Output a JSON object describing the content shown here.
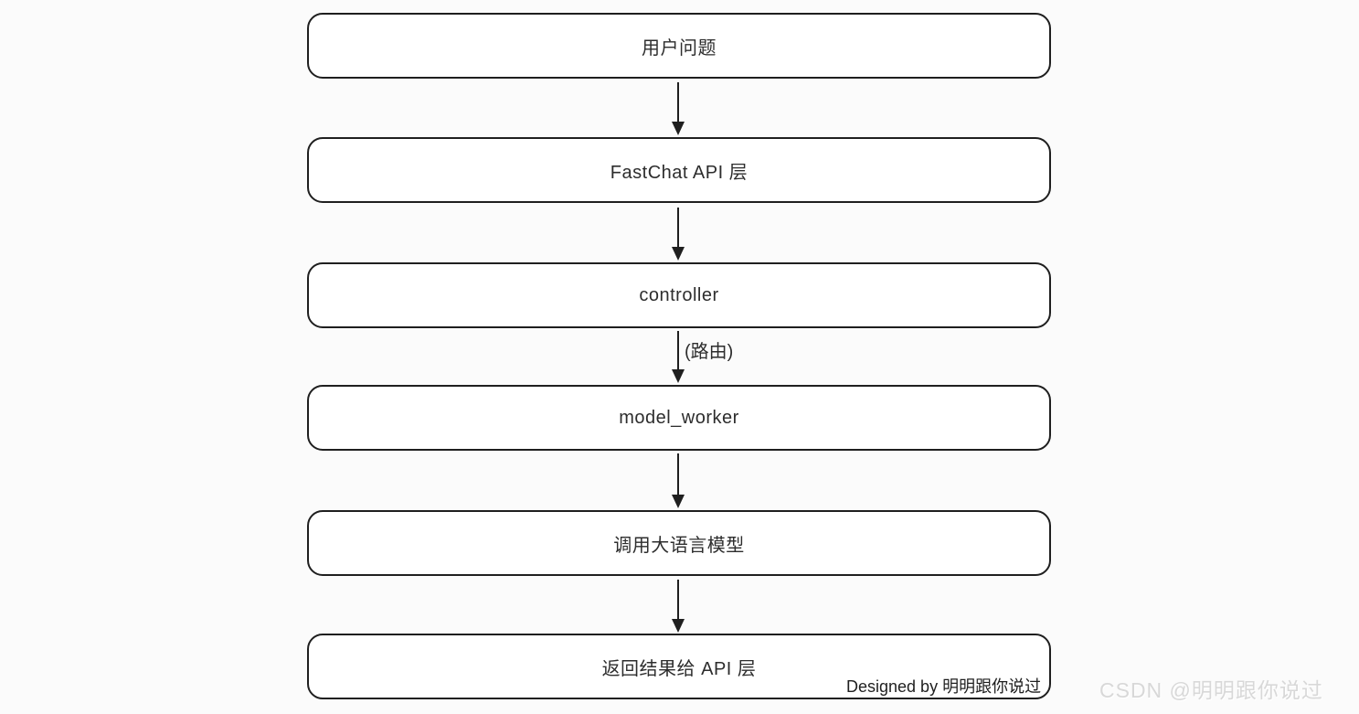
{
  "flowchart": {
    "direction": "top-down",
    "nodes": [
      {
        "id": "user-question",
        "label": "用户问题"
      },
      {
        "id": "fastchat-api",
        "label": "FastChat API 层"
      },
      {
        "id": "controller",
        "label": "controller"
      },
      {
        "id": "model-worker",
        "label": "model_worker"
      },
      {
        "id": "call-llm",
        "label": "调用大语言模型"
      },
      {
        "id": "return-result",
        "label": "返回结果给 API 层"
      }
    ],
    "edges": [
      {
        "from": "user-question",
        "to": "fastchat-api",
        "label": ""
      },
      {
        "from": "fastchat-api",
        "to": "controller",
        "label": ""
      },
      {
        "from": "controller",
        "to": "model-worker",
        "label": "(路由)"
      },
      {
        "from": "model-worker",
        "to": "call-llm",
        "label": ""
      },
      {
        "from": "call-llm",
        "to": "return-result",
        "label": ""
      }
    ]
  },
  "footer": {
    "credit": "Designed by 明明跟你说过",
    "watermark": "CSDN @明明跟你说过"
  },
  "colors": {
    "background": "#fbfbfb",
    "node_fill": "#ffffff",
    "node_border": "#1f1f1f",
    "text": "#2d2d2d",
    "watermark": "#d8d8d8"
  }
}
